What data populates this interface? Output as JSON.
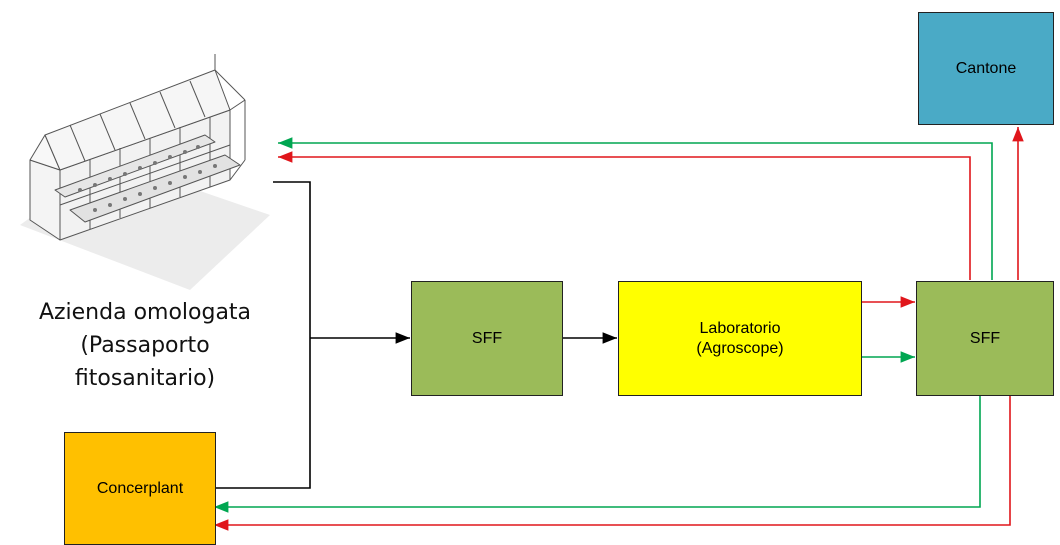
{
  "nodes": {
    "cantone": {
      "label": "Cantone",
      "color": "#4aaac6"
    },
    "sff_left": {
      "label": "SFF",
      "color": "#9bbb59"
    },
    "laboratorio": {
      "line1": "Laboratorio",
      "line2": "(Agroscope)",
      "color": "#ffff00"
    },
    "sff_right": {
      "label": "SFF",
      "color": "#9bbb59"
    },
    "concerplant": {
      "label": "Concerplant",
      "color": "#ffc000"
    }
  },
  "azienda": {
    "line1": "Azienda omologata",
    "line2": "(Passaporto",
    "line3": "fitosanitario)",
    "icon": "greenhouse-icon"
  },
  "colors": {
    "flow": "#000000",
    "positive": "#00a651",
    "negative": "#e0161b"
  }
}
